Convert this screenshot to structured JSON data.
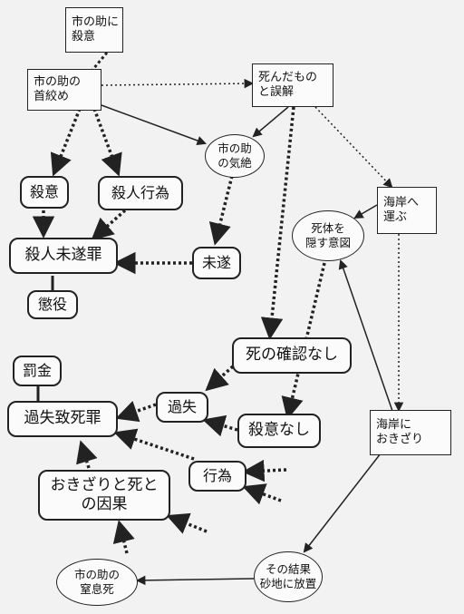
{
  "nodes": {
    "n1": "市の助に\n殺意",
    "n2": "市の助の\n首絞め",
    "n3": "死んだもの\nと誤解",
    "n4": "市の助\nの気絶",
    "n5": "殺意",
    "n6": "殺人行為",
    "n7": "海岸へ\n運ぶ",
    "n8": "死体を\n隠す意図",
    "n9": "殺人未遂罪",
    "n10": "未遂",
    "n11": "懲役",
    "n12": "死の確認なし",
    "n13": "罰金",
    "n14": "過失",
    "n15": "過失致死罪",
    "n16": "殺意なし",
    "n17": "海岸に\nおきざり",
    "n18": "行為",
    "n19": "おきざりと死と\nの因果",
    "n20": "その結果\n砂地に放置",
    "n21": "市の助の\n窒息死"
  }
}
